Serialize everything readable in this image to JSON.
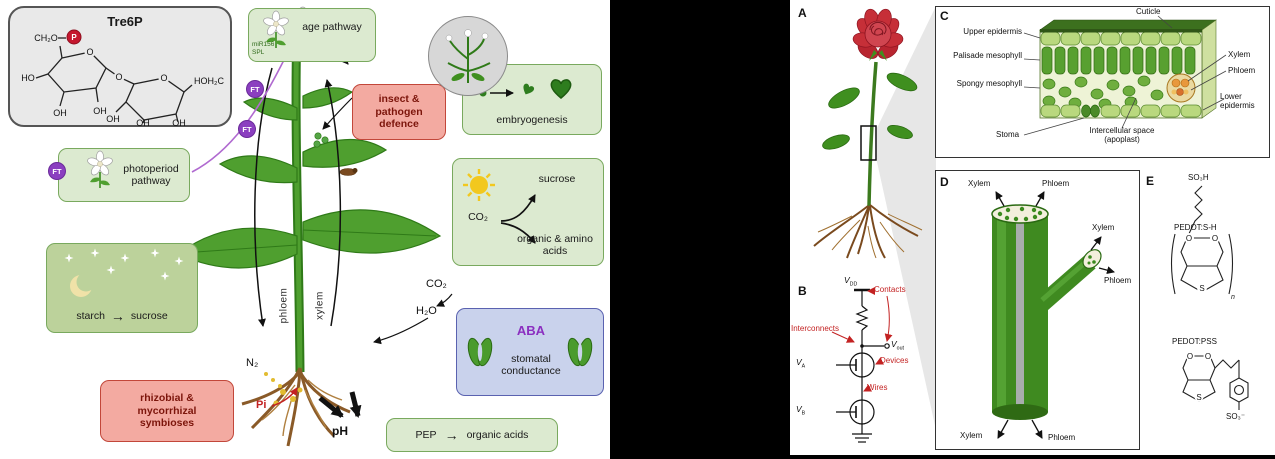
{
  "colors": {
    "canvas_bg": "#000000",
    "figure_bg": "#ffffff",
    "green_box_bg": "#dcead0",
    "green_box_border": "#79a95e",
    "red_box_bg": "#f3aaa1",
    "red_box_border": "#c2473a",
    "aba_box_bg": "#c9d2ec",
    "aba_box_border": "#5a62b0",
    "ft_purple": "#8b3fc0",
    "annotation_red": "#c32222",
    "leaf_green": "#4f9f2f"
  },
  "left": {
    "tre6p": {
      "title": "Tre6P",
      "ch2o": "CH₂O",
      "p": "P",
      "o": "O",
      "ho": "HO",
      "oh": "OH",
      "hoh2c": "HOH₂C"
    },
    "age_pathway": {
      "label": "age pathway",
      "mir156": "miR156",
      "spl": "SPL"
    },
    "insect": {
      "label": "insect & pathogen defence"
    },
    "embryogenesis": {
      "label": "embryogenesis"
    },
    "photoperiod": {
      "label": "photoperiod pathway"
    },
    "ft": "FT",
    "sun_box": {
      "sucrose": "sucrose",
      "co2": "CO₂",
      "products": "organic & amino acids"
    },
    "starch_box": {
      "starch": "starch",
      "arrow": "→",
      "sucrose": "sucrose"
    },
    "co2_free": "CO₂",
    "h2o": "H₂O",
    "aba_box": {
      "aba": "ABA",
      "label": "stomatal conductance"
    },
    "rhizobial": {
      "label": "rhizobial & mycorrhizal symbioses"
    },
    "pep_box": {
      "pep": "PEP",
      "arrow": "→",
      "label": "organic acids"
    },
    "n2": "N₂",
    "pi": "Pi",
    "ph": "pH",
    "phloem": "phloem",
    "xylem": "xylem"
  },
  "right": {
    "panel_a": {
      "label": "A"
    },
    "panel_b": {
      "label": "B",
      "v": "V",
      "vdd_sub": "DD",
      "vout_sub": "out",
      "va_sub": "A",
      "vb_sub": "B",
      "contacts": "Contacts",
      "interconnects": "Interconnects",
      "devices": "Devices",
      "wires": "Wires"
    },
    "panel_c": {
      "label": "C",
      "cuticle": "Cuticle",
      "upper_epidermis": "Upper epidermis",
      "palisade_mesophyll": "Palisade mesophyll",
      "spongy_mesophyll": "Spongy mesophyll",
      "stoma": "Stoma",
      "intercellular": "Intercellular space (apoplast)",
      "xylem": "Xylem",
      "phloem": "Phloem",
      "lower_epidermis": "Lower epidermis"
    },
    "panel_d": {
      "label": "D",
      "xylem": "Xylem",
      "phloem": "Phloem"
    },
    "panel_e": {
      "label": "E",
      "so3h": "SO₃H",
      "pedot_sh": "PEDOT:S-H",
      "n": "n",
      "o": "O",
      "s": "S",
      "pedot_pss": "PEDOT:PSS",
      "so3_minus": "SO₃⁻"
    }
  }
}
